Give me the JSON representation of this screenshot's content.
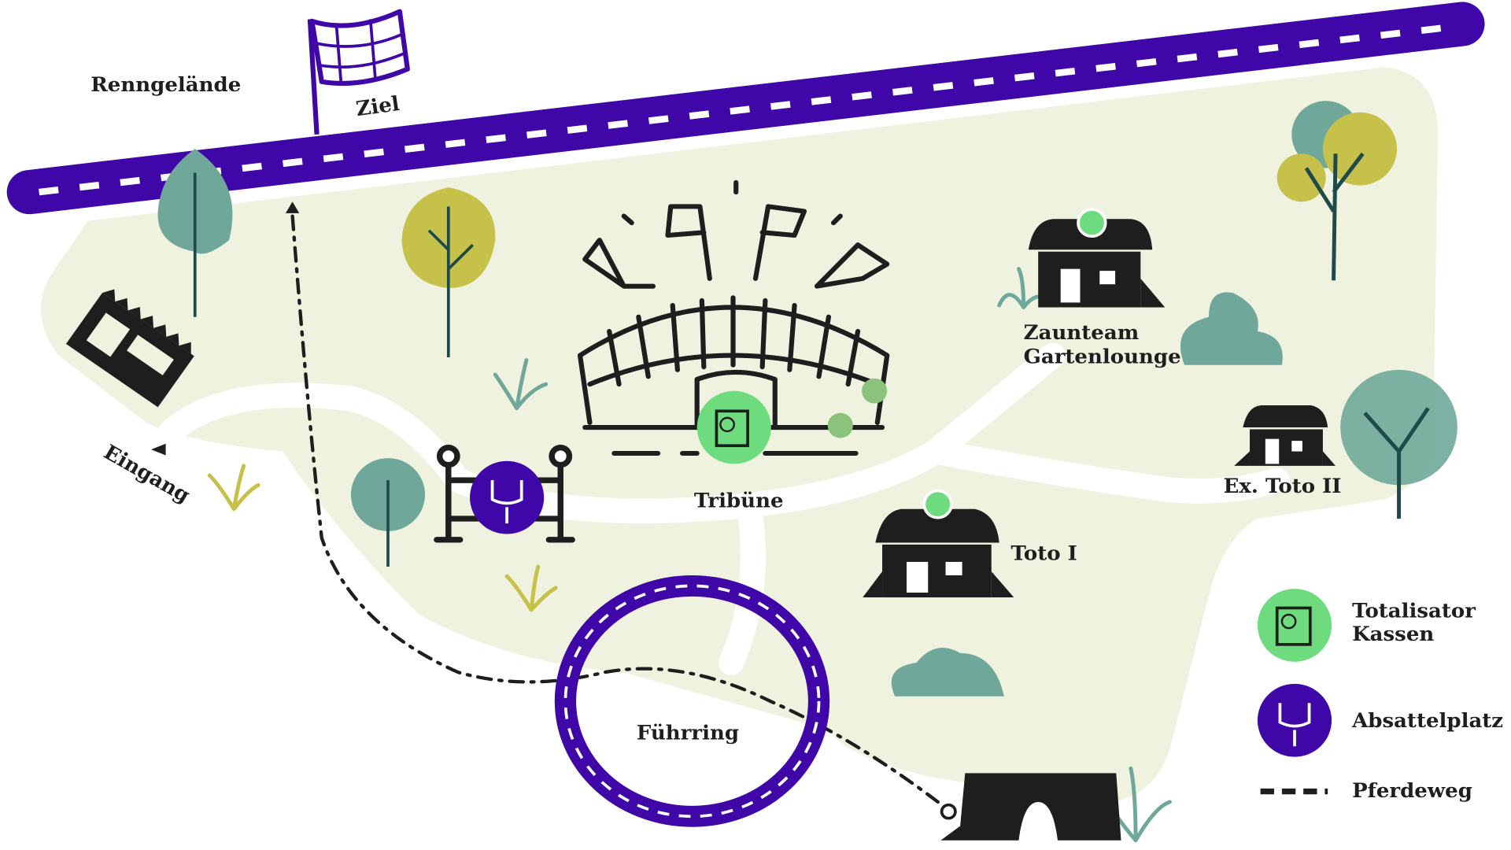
{
  "title": "Renngelände",
  "labels": {
    "finish": "Ziel",
    "entrance": "Eingang",
    "grandstand": "Tribüne",
    "lounge_line1": "Zaunteam",
    "lounge_line2": "Gartenlounge",
    "toto1": "Toto I",
    "toto2": "Ex. Toto II",
    "parade_ring": "Führring"
  },
  "legend": [
    {
      "icon": "betting-terminal-icon",
      "label_line1": "Totalisator",
      "label_line2": "Kassen",
      "color": "#6edc7e"
    },
    {
      "icon": "saddle-icon",
      "label_line1": "Absattelplatz",
      "color": "#3f07a8"
    },
    {
      "icon": "dashed-line-icon",
      "label_line1": "Pferdeweg",
      "color": "#1e1e1e"
    }
  ],
  "colors": {
    "track": "#3f07a8",
    "ground": "#eef2df",
    "betting": "#6edc7e",
    "tree_teal": "#6fa89a",
    "tree_olive": "#c6c14a"
  }
}
